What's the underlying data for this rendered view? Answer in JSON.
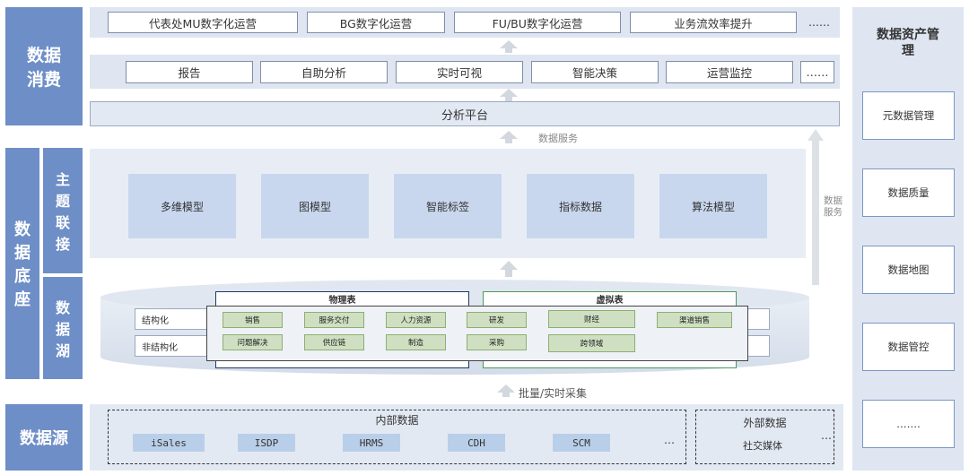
{
  "left": {
    "consumption": "数据消费",
    "foundation": "数据底座",
    "topic": "主题联接",
    "lake": "数据湖",
    "source": "数据源"
  },
  "top_row": [
    "代表处MU数字化运营",
    "BG数字化运营",
    "FU/BU数字化运营",
    "业务流效率提升",
    "……"
  ],
  "second_row": [
    "报告",
    "自助分析",
    "实时可视",
    "智能决策",
    "运营监控",
    "……"
  ],
  "platform": "分析平台",
  "data_service_label": "数据服务",
  "data_service_vertical": "数据服务",
  "models": [
    "多维模型",
    "图模型",
    "智能标签",
    "指标数据",
    "算法模型"
  ],
  "lake": {
    "physical": "物理表",
    "virtual": "虚拟表",
    "structured": "结构化",
    "unstructured": "非结构化",
    "chips_row1": [
      "销售",
      "服务交付",
      "人力资源",
      "研发",
      "财经",
      "渠道销售"
    ],
    "chips_row2": [
      "问题解决",
      "供应链",
      "制造",
      "采购",
      "跨领域"
    ]
  },
  "collect_label": "批量/实时采集",
  "sources": {
    "internal_title": "内部数据",
    "internal": [
      "iSales",
      "ISDP",
      "HRMS",
      "CDH",
      "SCM",
      "…"
    ],
    "external_title": "外部数据",
    "external": "社交媒体",
    "external_more": "…"
  },
  "right": {
    "title": "数据资产管理",
    "items": [
      "元数据管理",
      "数据质量",
      "数据地图",
      "数据管控",
      "……."
    ]
  }
}
